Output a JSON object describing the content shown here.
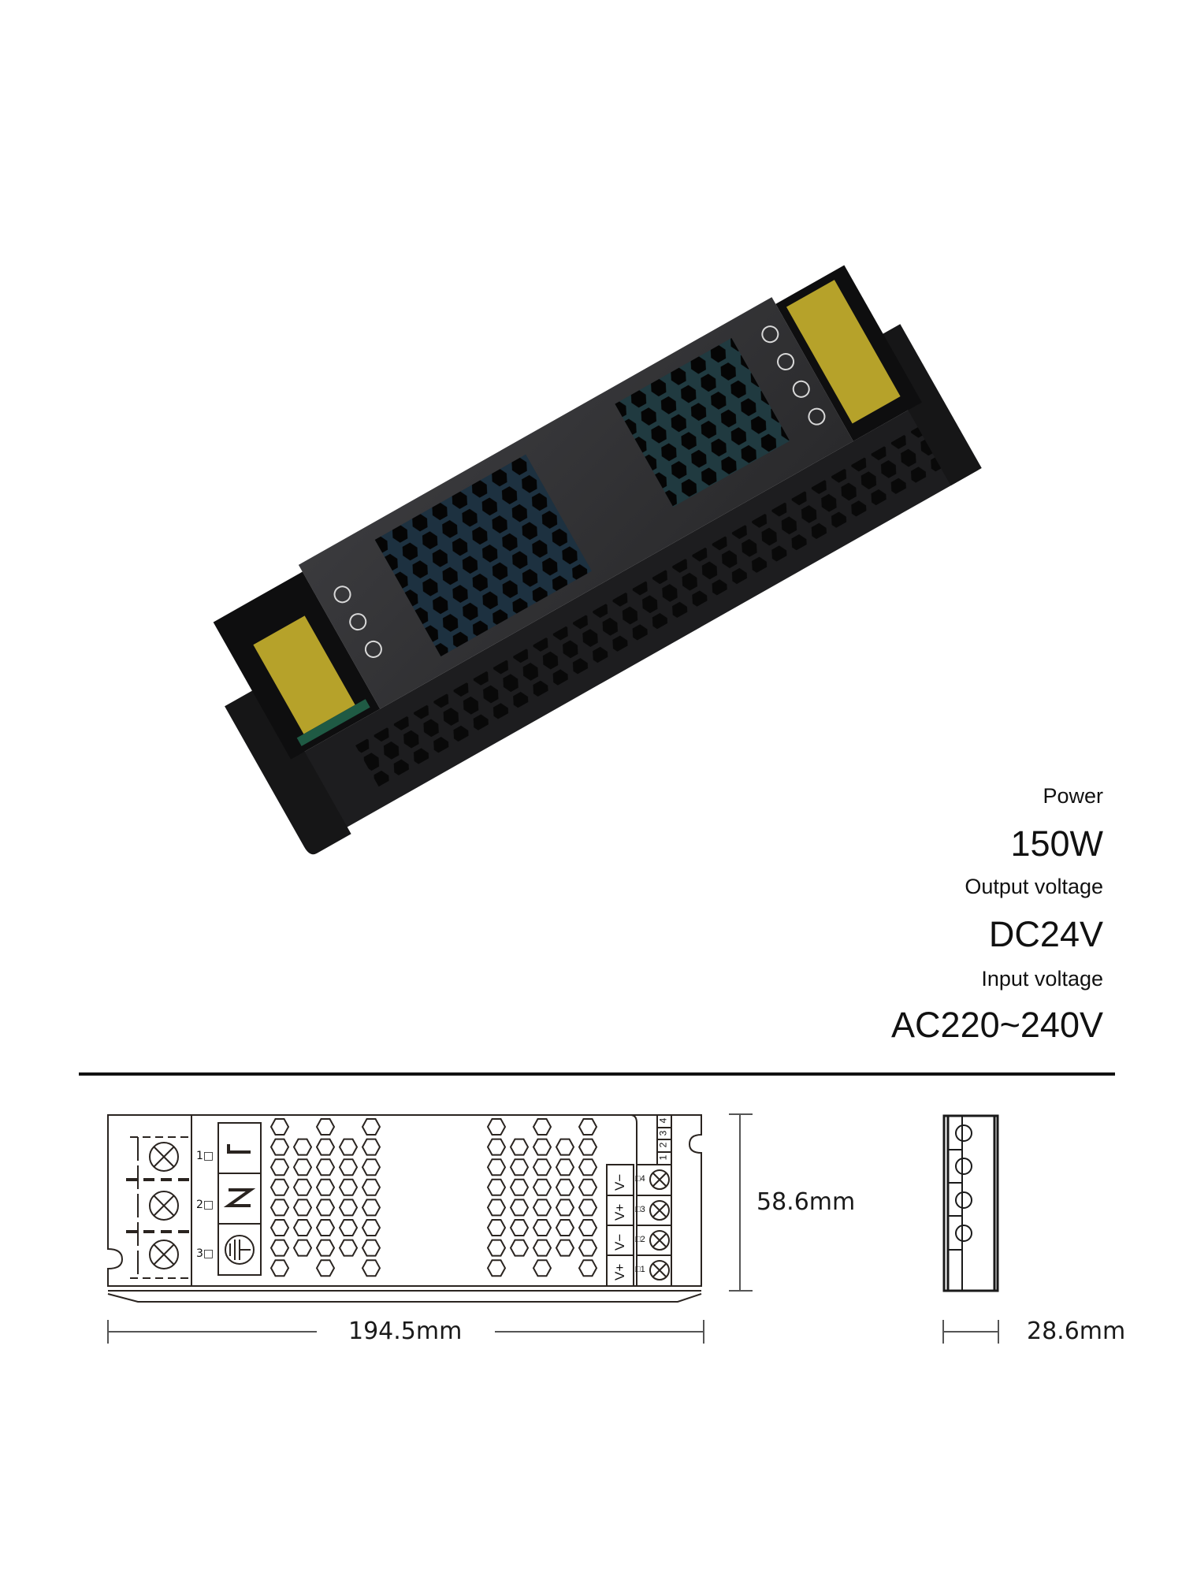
{
  "product": {
    "image_alt": "Black slim LED power supply with honeycomb ventilation and yellow terminal blocks",
    "input_terminals": [
      "L",
      "N",
      "earth"
    ],
    "output_terminals": [
      "V-",
      "V+",
      "V-",
      "V+"
    ],
    "colors": {
      "housing": "#2b2b2d",
      "terminal": "#c9b22e",
      "pcb": "#1f5a44"
    }
  },
  "specs": [
    {
      "label": "Power",
      "value": "150W"
    },
    {
      "label": "Output voltage",
      "value": "DC24V"
    },
    {
      "label": "Input voltage",
      "value": "AC220~240V"
    }
  ],
  "drawing": {
    "front": {
      "input_pins": [
        "1□",
        "2□",
        "3□"
      ],
      "input_symbols": [
        "L",
        "N",
        "⏚"
      ],
      "output_pins": [
        "□4",
        "□3",
        "□2",
        "□1"
      ],
      "output_labels": [
        "V−",
        "V+",
        "V−",
        "V+"
      ],
      "output_index": [
        "4",
        "3",
        "2",
        "1"
      ]
    },
    "dimensions": {
      "length": "194.5mm",
      "height": "58.6mm",
      "width": "28.6mm"
    }
  }
}
